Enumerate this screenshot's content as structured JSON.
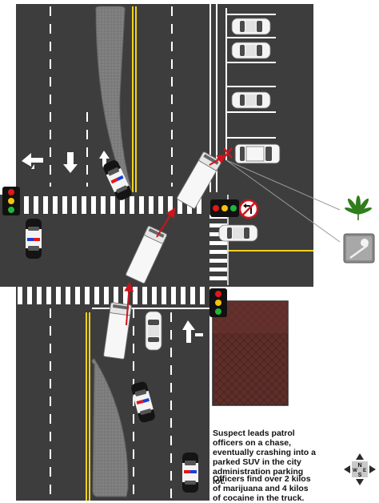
{
  "narrative": {
    "paragraph_1": "Suspect leads patrol officers on a chase, eventually crashing into a parked SUV in the city administration parking lot.",
    "paragraph_2": "Officers find over 2 kilos of marijuana and 4 kilos of cocaine in the truck."
  },
  "compass": {
    "north": "N",
    "south": "S",
    "east": "E",
    "west": "W"
  },
  "icons": {
    "evidence_1": "marijuana-leaf-icon",
    "evidence_2": "cocaine-bag-icon",
    "sign": "no-left-turn-sign-icon",
    "impact": "collision-x-icon",
    "signals": "traffic-light-icon"
  },
  "colors": {
    "asphalt": "#3d3d3d",
    "median": "#7d7d7d",
    "yellow_line": "#f2d21b",
    "path_arrow": "#d0141c",
    "building_roof": "#5e2e2a",
    "leaf": "#2f7d1c"
  }
}
